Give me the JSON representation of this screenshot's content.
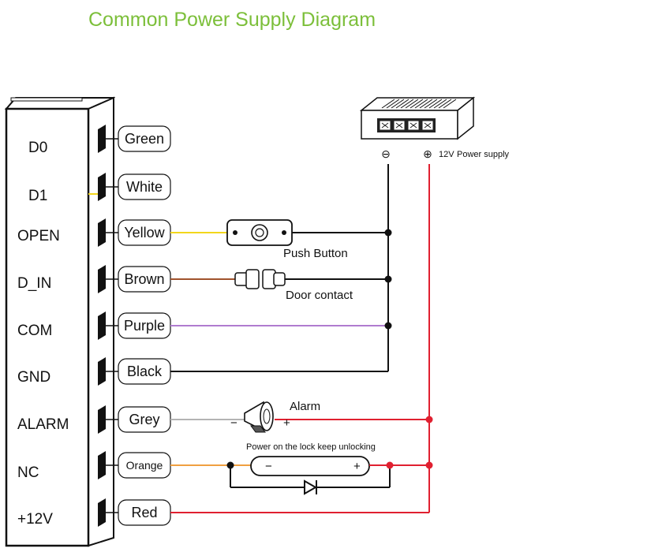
{
  "title": "Common Power Supply Diagram",
  "terminals": [
    "D0",
    "D1",
    "OPEN",
    "D_IN",
    "COM",
    "GND",
    "ALARM",
    "NC",
    "+12V"
  ],
  "wires": [
    {
      "label": "Green",
      "color": "#2e8b3a"
    },
    {
      "label": "White",
      "color": "#dddddd"
    },
    {
      "label": "Yellow",
      "color": "#f2d61b"
    },
    {
      "label": "Brown",
      "color": "#a0522d"
    },
    {
      "label": "Purple",
      "color": "#b07ccf"
    },
    {
      "label": "Black",
      "color": "#111111"
    },
    {
      "label": "Grey",
      "color": "#b3b3b3"
    },
    {
      "label": "Orange",
      "color": "#f0a040"
    },
    {
      "label": "Red",
      "color": "#e02030"
    }
  ],
  "power_supply": {
    "minus": "⊖",
    "plus": "⊕",
    "voltage": "12V",
    "label": "Power supply"
  },
  "components": {
    "push_button": "Push Button",
    "door_contact": "Door contact",
    "alarm": "Alarm",
    "alarm_minus": "−",
    "alarm_plus": "+",
    "lock_note": "Power on the lock keep unlocking",
    "lock_minus": "−",
    "lock_plus": "+"
  },
  "colors": {
    "title": "#7cbf3a",
    "negative_rail": "#111111",
    "positive_rail": "#e02030"
  }
}
